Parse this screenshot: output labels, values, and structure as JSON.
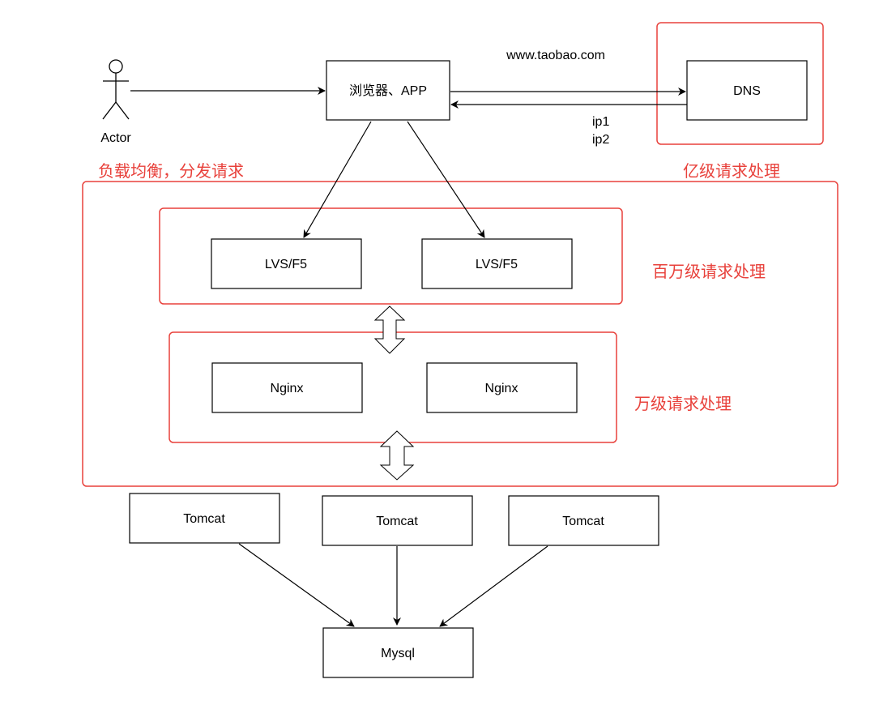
{
  "actor": {
    "label": "Actor"
  },
  "browser": {
    "label": "浏览器、APP"
  },
  "dns": {
    "label": "DNS",
    "domain": "www.taobao.com",
    "ips": [
      "ip1",
      "ip2"
    ]
  },
  "groups": {
    "load_balance": "负载均衡，分发请求",
    "hundred_million": "亿级请求处理",
    "million": "百万级请求处理",
    "ten_thousand": "万级请求处理"
  },
  "lvs": [
    "LVS/F5",
    "LVS/F5"
  ],
  "nginx": [
    "Nginx",
    "Nginx"
  ],
  "tomcat": [
    "Tomcat",
    "Tomcat",
    "Tomcat"
  ],
  "mysql": {
    "label": "Mysql"
  },
  "colors": {
    "group_red": "#e8413b",
    "line": "#000000"
  }
}
